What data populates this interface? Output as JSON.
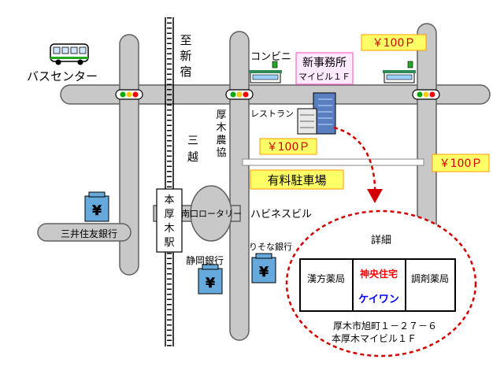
{
  "labels": {
    "bus_center": "バスセンター",
    "to_shinjuku": [
      "至",
      "新",
      "宿"
    ],
    "convenience_store": "コンビニ",
    "office_title": "新事務所",
    "office_subtitle": "マイビル１Ｆ",
    "restaurant": "レストラン",
    "atsugi_nokyo": [
      "厚",
      "木",
      "農",
      "協"
    ],
    "mitsukoshi": [
      "三",
      "越"
    ],
    "station_name": [
      "本",
      "厚",
      "木",
      "駅"
    ],
    "south_rotary": "南口ロータリー",
    "habinesu_building": "ハビネスビル",
    "smbc_bank": "三井住友銀行",
    "shizuoka_bank": "静岡銀行",
    "resona_bank": "りそな銀行",
    "paid_parking": "有料駐車場"
  },
  "parking_prices": {
    "top": "￥100Ｐ",
    "middle": "￥100Ｐ",
    "right": "￥100Ｐ"
  },
  "detail": {
    "title": "詳細",
    "shops": {
      "kampo_pharmacy": "漢方薬局",
      "company_name": "神央住宅",
      "company_brand": "ケイワン",
      "dispensing_pharmacy": "調剤薬局"
    },
    "address_line1": "厚木市旭町１－２７－６",
    "address_line2": "本厚木マイビル１Ｆ"
  },
  "colors": {
    "road": "#c8c8c8",
    "label_fill": "#ffff66",
    "label_border": "#ff9900",
    "detail_dash": "#d40000",
    "office_label_bg": "#ffeaff",
    "office_label_border": "#ff66cc",
    "bank_icon": "#66aadd",
    "company_name": "#ff0000",
    "company_brand": "#0000ff"
  },
  "icons": [
    "bus-icon",
    "convenience-store-icon",
    "traffic-light-icon",
    "office-building-icon",
    "bank-icon",
    "railway-track-icon"
  ]
}
